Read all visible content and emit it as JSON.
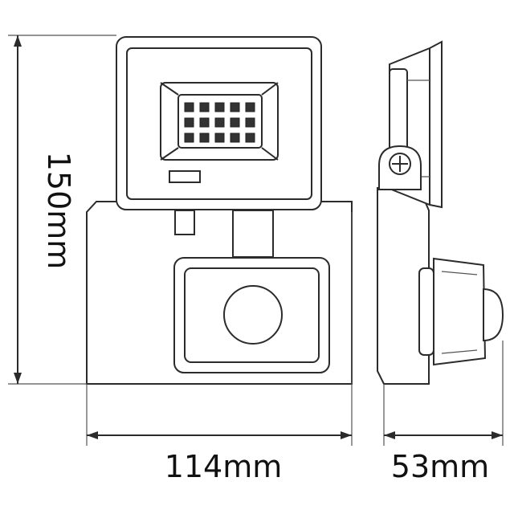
{
  "dimensions": {
    "height": "150mm",
    "width": "114mm",
    "depth": "53mm"
  },
  "colors": {
    "line": "#2b2b2b",
    "text": "#111111",
    "background": "#ffffff"
  }
}
